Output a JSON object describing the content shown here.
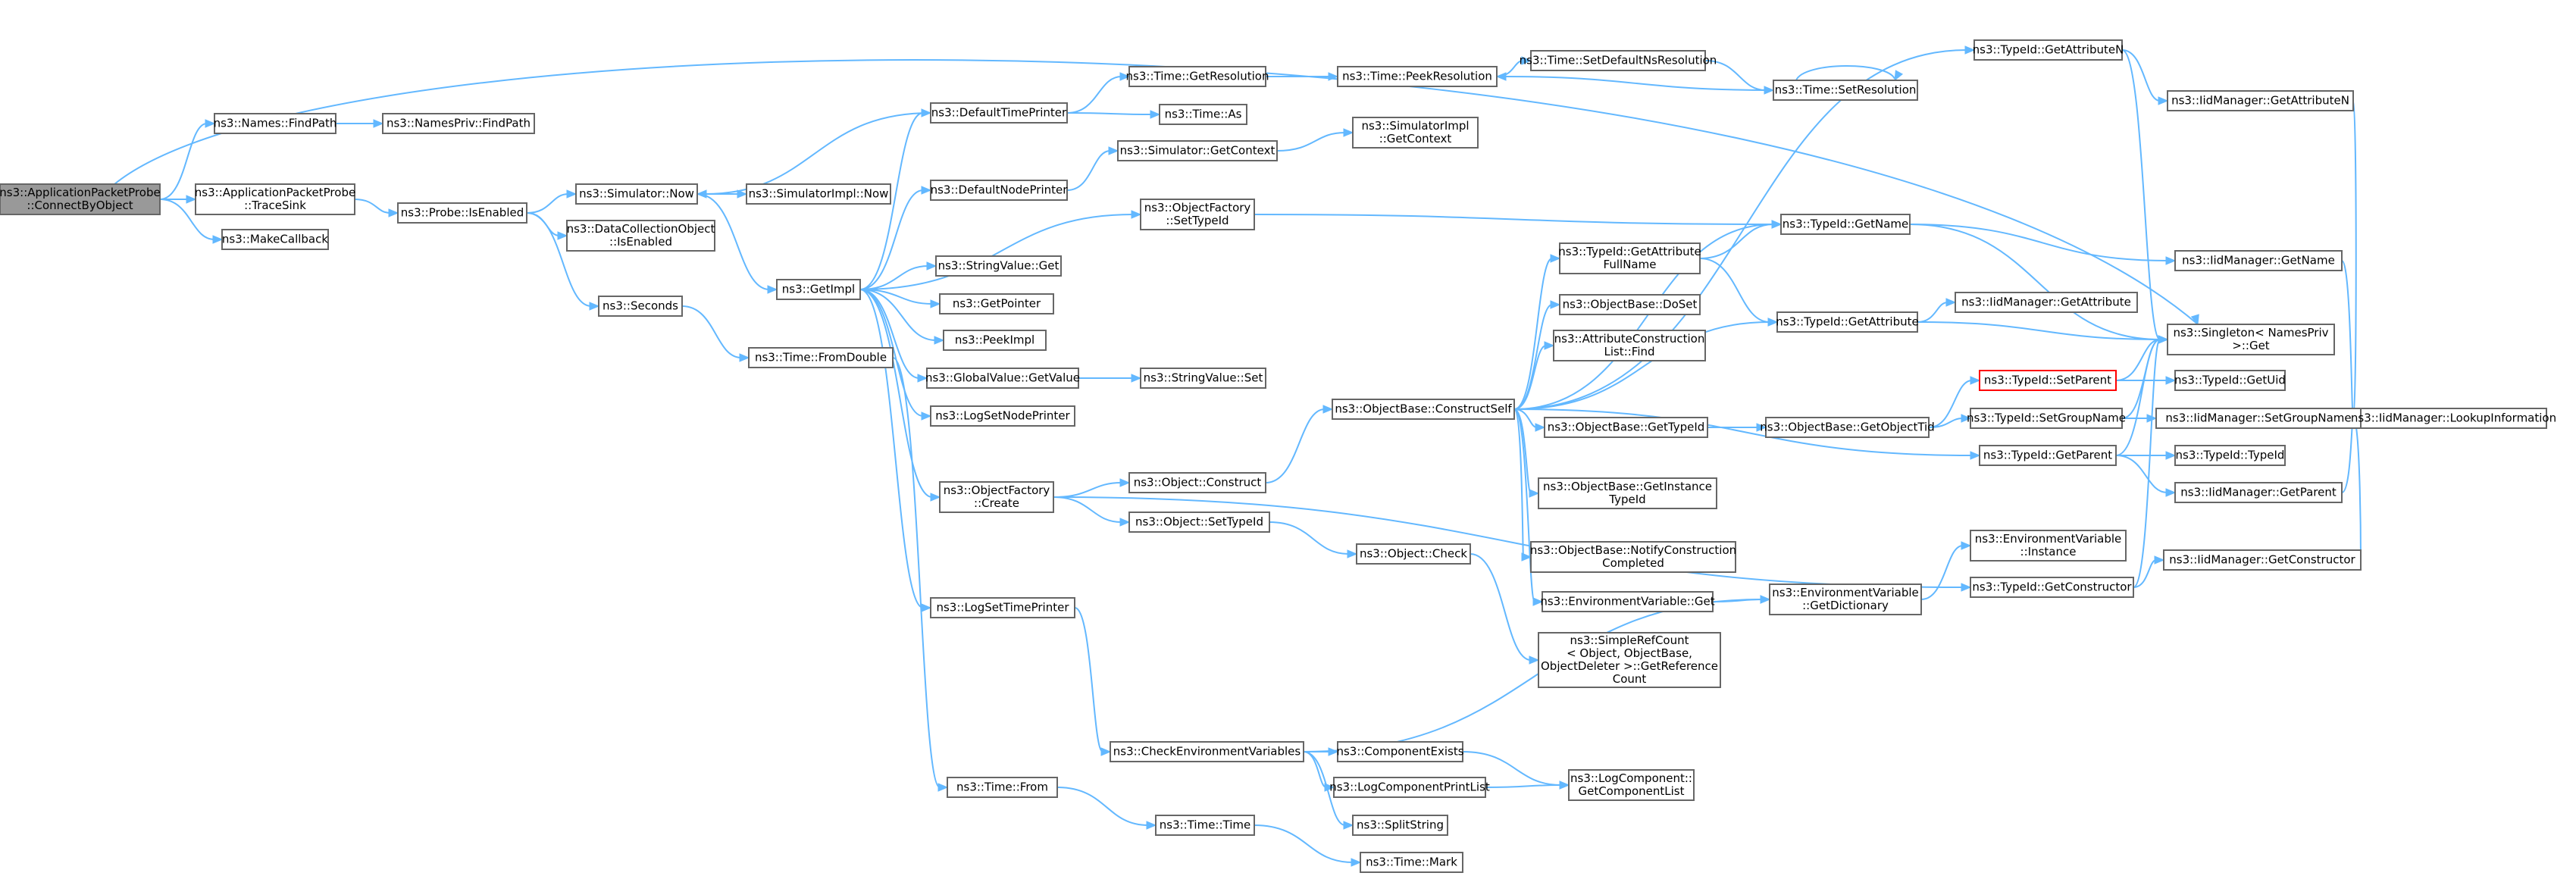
{
  "diagram": {
    "colors": {
      "edge": "#63b8ff",
      "border": "#666666",
      "root_fill": "#999999",
      "highlight_border": "#ff0000"
    },
    "nodes": [
      {
        "id": "root",
        "lines": [
          "ns3::ApplicationPacketProbe",
          "::ConnectByObject"
        ],
        "root": true
      },
      {
        "id": "findpath",
        "lines": [
          "ns3::Names::FindPath"
        ]
      },
      {
        "id": "privfindpath",
        "lines": [
          "ns3::NamesPriv::FindPath"
        ]
      },
      {
        "id": "tracesink",
        "lines": [
          "ns3::ApplicationPacketProbe",
          "::TraceSink"
        ]
      },
      {
        "id": "makecallback",
        "lines": [
          "ns3::MakeCallback"
        ]
      },
      {
        "id": "isenabled",
        "lines": [
          "ns3::Probe::IsEnabled"
        ]
      },
      {
        "id": "simnow",
        "lines": [
          "ns3::Simulator::Now"
        ]
      },
      {
        "id": "dcoisenabled",
        "lines": [
          "ns3::DataCollectionObject",
          "::IsEnabled"
        ]
      },
      {
        "id": "seconds",
        "lines": [
          "ns3::Seconds"
        ]
      },
      {
        "id": "simimplnow",
        "lines": [
          "ns3::SimulatorImpl::Now"
        ]
      },
      {
        "id": "getimpl",
        "lines": [
          "ns3::GetImpl"
        ]
      },
      {
        "id": "fromdouble",
        "lines": [
          "ns3::Time::FromDouble"
        ]
      },
      {
        "id": "deftimeprinter",
        "lines": [
          "ns3::DefaultTimePrinter"
        ]
      },
      {
        "id": "defnodeprinter",
        "lines": [
          "ns3::DefaultNodePrinter"
        ]
      },
      {
        "id": "strvalget",
        "lines": [
          "ns3::StringValue::Get"
        ]
      },
      {
        "id": "getpointer",
        "lines": [
          "ns3::GetPointer"
        ]
      },
      {
        "id": "peekimpl",
        "lines": [
          "ns3::PeekImpl"
        ]
      },
      {
        "id": "gvgetvalue",
        "lines": [
          "ns3::GlobalValue::GetValue"
        ]
      },
      {
        "id": "logsetnode",
        "lines": [
          "ns3::LogSetNodePrinter"
        ]
      },
      {
        "id": "ofcreate",
        "lines": [
          "ns3::ObjectFactory",
          "::Create"
        ]
      },
      {
        "id": "logsettime",
        "lines": [
          "ns3::LogSetTimePrinter"
        ]
      },
      {
        "id": "timefrom",
        "lines": [
          "ns3::Time::From"
        ]
      },
      {
        "id": "gettimeres",
        "lines": [
          "ns3::Time::GetResolution"
        ]
      },
      {
        "id": "timeas",
        "lines": [
          "ns3::Time::As"
        ]
      },
      {
        "id": "simgetctx",
        "lines": [
          "ns3::Simulator::GetContext"
        ]
      },
      {
        "id": "ofsettypeid",
        "lines": [
          "ns3::ObjectFactory",
          "::SetTypeId"
        ]
      },
      {
        "id": "strvalset",
        "lines": [
          "ns3::StringValue::Set"
        ]
      },
      {
        "id": "objconstruct",
        "lines": [
          "ns3::Object::Construct"
        ]
      },
      {
        "id": "objsettypeid",
        "lines": [
          "ns3::Object::SetTypeId"
        ]
      },
      {
        "id": "checkenv",
        "lines": [
          "ns3::CheckEnvironmentVariables"
        ]
      },
      {
        "id": "timetime",
        "lines": [
          "ns3::Time::Time"
        ]
      },
      {
        "id": "peekres",
        "lines": [
          "ns3::Time::PeekResolution"
        ]
      },
      {
        "id": "simimplctx",
        "lines": [
          "ns3::SimulatorImpl",
          "::GetContext"
        ]
      },
      {
        "id": "constructself",
        "lines": [
          "ns3::ObjectBase::ConstructSelf"
        ]
      },
      {
        "id": "objcheck",
        "lines": [
          "ns3::Object::Check"
        ]
      },
      {
        "id": "compexists",
        "lines": [
          "ns3::ComponentExists"
        ]
      },
      {
        "id": "logcompprint",
        "lines": [
          "ns3::LogComponentPrintList"
        ]
      },
      {
        "id": "splitstring",
        "lines": [
          "ns3::SplitString"
        ]
      },
      {
        "id": "timemark",
        "lines": [
          "ns3::Time::Mark"
        ]
      },
      {
        "id": "setdefns",
        "lines": [
          "ns3::Time::SetDefaultNsResolution"
        ]
      },
      {
        "id": "setres",
        "lines": [
          "ns3::Time::SetResolution"
        ]
      },
      {
        "id": "tidattrfull",
        "lines": [
          "ns3::TypeId::GetAttribute",
          "FullName"
        ]
      },
      {
        "id": "obdoset",
        "lines": [
          "ns3::ObjectBase::DoSet"
        ]
      },
      {
        "id": "attrconstr",
        "lines": [
          "ns3::AttributeConstruction",
          "List::Find"
        ]
      },
      {
        "id": "obgettypeid",
        "lines": [
          "ns3::ObjectBase::GetTypeId"
        ]
      },
      {
        "id": "obgetinst",
        "lines": [
          "ns3::ObjectBase::GetInstance",
          "TypeId"
        ]
      },
      {
        "id": "obnotify",
        "lines": [
          "ns3::ObjectBase::NotifyConstruction",
          "Completed"
        ]
      },
      {
        "id": "envget",
        "lines": [
          "ns3::EnvironmentVariable::Get"
        ]
      },
      {
        "id": "simplerefcount",
        "lines": [
          "ns3::SimpleRefCount",
          "< Object, ObjectBase,",
          "ObjectDeleter >::GetReference",
          "Count"
        ]
      },
      {
        "id": "getcomplist",
        "lines": [
          "ns3::LogComponent::",
          "GetComponentList"
        ]
      },
      {
        "id": "tidgetname",
        "lines": [
          "ns3::TypeId::GetName"
        ]
      },
      {
        "id": "tidgetattr",
        "lines": [
          "ns3::TypeId::GetAttribute"
        ]
      },
      {
        "id": "getobjecttid",
        "lines": [
          "ns3::ObjectBase::GetObjectTid"
        ]
      },
      {
        "id": "envgetdict",
        "lines": [
          "ns3::EnvironmentVariable",
          "::GetDictionary"
        ]
      },
      {
        "id": "tidgetattrn",
        "lines": [
          "ns3::TypeId::GetAttributeN"
        ]
      },
      {
        "id": "iidgetattr",
        "lines": [
          "ns3::IidManager::GetAttribute"
        ]
      },
      {
        "id": "tidsetparent",
        "lines": [
          "ns3::TypeId::SetParent"
        ],
        "highlight": true
      },
      {
        "id": "tidsetgroup",
        "lines": [
          "ns3::TypeId::SetGroupName"
        ]
      },
      {
        "id": "tidgetparent",
        "lines": [
          "ns3::TypeId::GetParent"
        ]
      },
      {
        "id": "envinstance",
        "lines": [
          "ns3::EnvironmentVariable",
          "::Instance"
        ]
      },
      {
        "id": "tidgetctor",
        "lines": [
          "ns3::TypeId::GetConstructor"
        ]
      },
      {
        "id": "iidgetattrn",
        "lines": [
          "ns3::IidManager::GetAttributeN"
        ]
      },
      {
        "id": "iidgetname",
        "lines": [
          "ns3::IidManager::GetName"
        ]
      },
      {
        "id": "singleton",
        "lines": [
          "ns3::Singleton< NamesPriv",
          ">::Get"
        ]
      },
      {
        "id": "tidgetuid",
        "lines": [
          "ns3::TypeId::GetUid"
        ]
      },
      {
        "id": "iidsetgroup",
        "lines": [
          "ns3::IidManager::SetGroupName"
        ]
      },
      {
        "id": "tidtypeid",
        "lines": [
          "ns3::TypeId::TypeId"
        ]
      },
      {
        "id": "iidgetparent",
        "lines": [
          "ns3::IidManager::GetParent"
        ]
      },
      {
        "id": "iidgetctor",
        "lines": [
          "ns3::IidManager::GetConstructor"
        ]
      },
      {
        "id": "iidlookup",
        "lines": [
          "ns3::IidManager::LookupInformation"
        ]
      }
    ]
  }
}
